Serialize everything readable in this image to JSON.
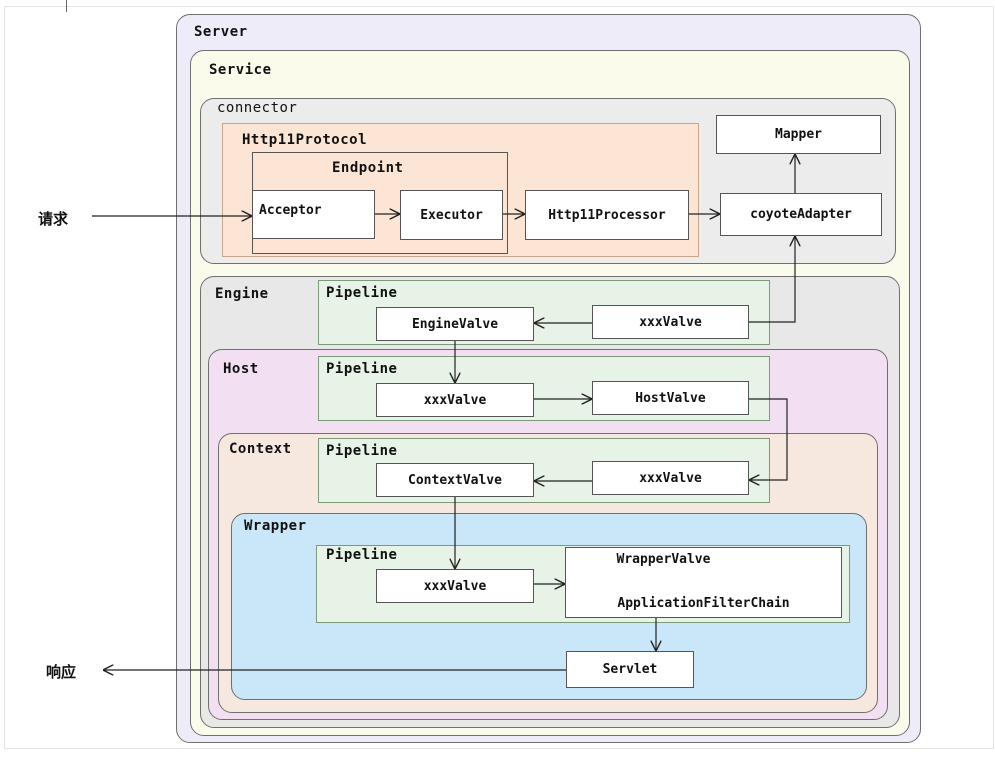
{
  "request_label": "请求",
  "response_label": "响应",
  "server": {
    "label": "Server"
  },
  "service": {
    "label": "Service"
  },
  "connector": {
    "label": "connector",
    "protocol_label": "Http11Protocol",
    "endpoint_label": "Endpoint",
    "acceptor": "Acceptor",
    "executor": "Executor",
    "processor": "Http11Processor",
    "mapper": "Mapper",
    "adapter": "coyoteAdapter"
  },
  "engine": {
    "label": "Engine",
    "pipeline": "Pipeline",
    "valve": "EngineValve",
    "xxx": "xxxValve"
  },
  "host": {
    "label": "Host",
    "pipeline": "Pipeline",
    "xxx": "xxxValve",
    "valve": "HostValve"
  },
  "context": {
    "label": "Context",
    "pipeline": "Pipeline",
    "valve": "ContextValve",
    "xxx": "xxxValve"
  },
  "wrapper": {
    "label": "Wrapper",
    "pipeline": "Pipeline",
    "xxx": "xxxValve",
    "valve": "WrapperValve",
    "filter_chain": "ApplicationFilterChain",
    "servlet": "Servlet"
  },
  "colors": {
    "server": "#eeecf9",
    "service": "#fbfbec",
    "connector": "#ececec",
    "protocol": "#fce5d4",
    "engine": "#e8e8e8",
    "host": "#f2dff2",
    "context": "#f7e8df",
    "wrapper": "#c9e7f8",
    "pipeline": "#e6f3e6"
  }
}
